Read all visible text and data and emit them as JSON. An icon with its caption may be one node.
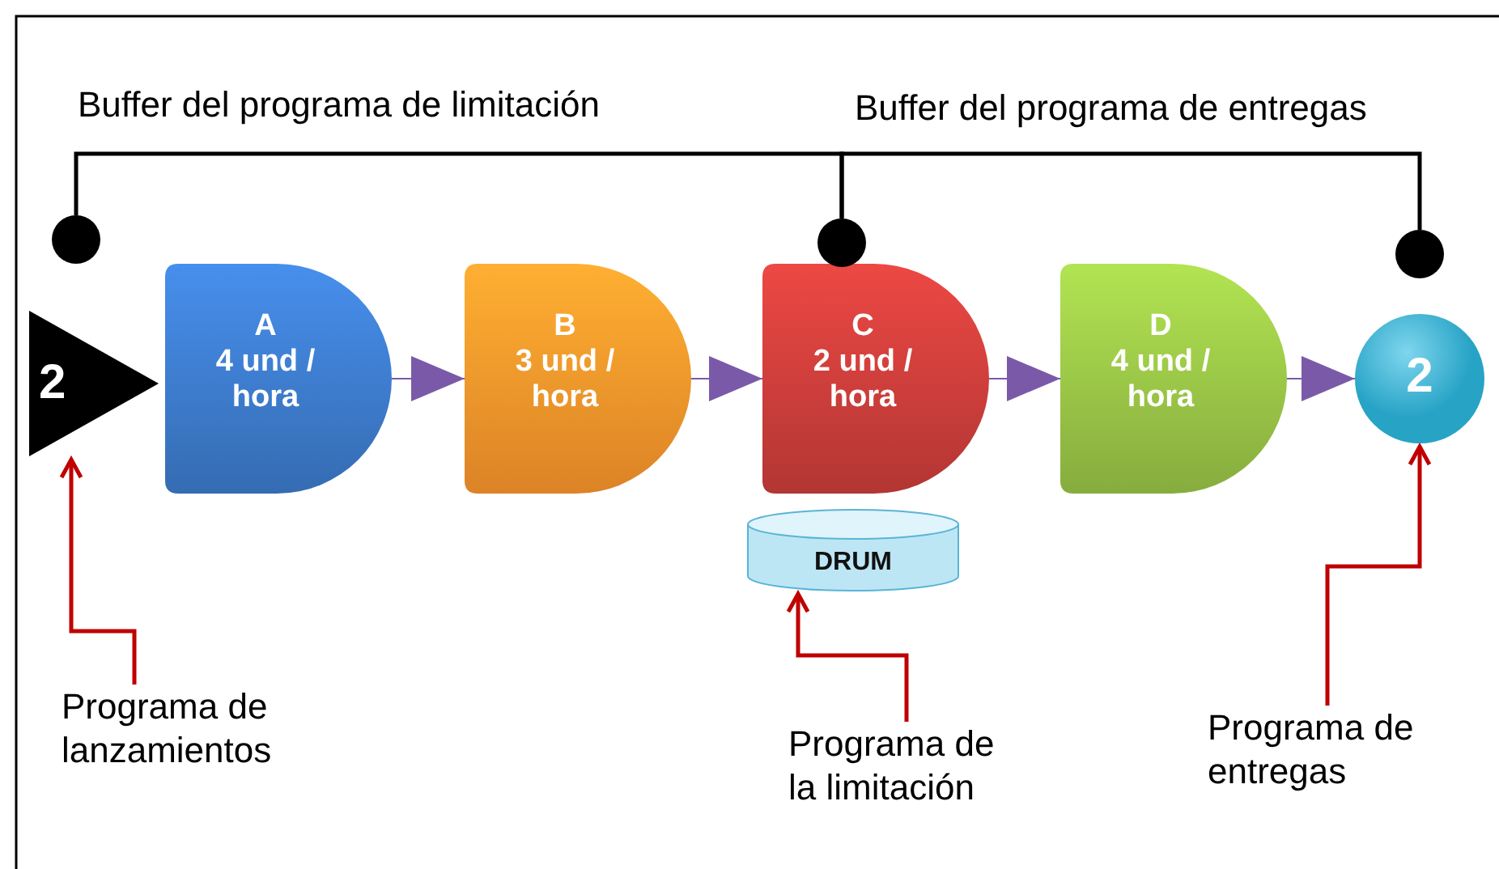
{
  "diagram": {
    "nodes": [
      {
        "text": [
          "2"
        ]
      },
      {
        "text": [
          "A",
          "4 und / hora"
        ]
      },
      {
        "text": [
          "B",
          "3 und / hora"
        ]
      },
      {
        "text": [
          "C",
          "2 und / hora"
        ]
      },
      {
        "text": [
          "D",
          "4 und / hora"
        ]
      },
      {
        "text": [
          "2"
        ]
      },
      {
        "text": [
          "DRUM"
        ]
      },
      {
        "text": [
          "Programa de lanzamientos"
        ]
      },
      {
        "text": [
          "Programa de la limitación"
        ]
      },
      {
        "text": [
          "Programa de entregas"
        ]
      },
      {
        "text": [],
        "shape": "circle"
      },
      {
        "text": [],
        "shape": "circle"
      },
      {
        "text": [],
        "shape": "circle"
      }
    ],
    "edges": [
      {
        "from": 1,
        "to": 2,
        "arrow": "to",
        "color": "#7a5aa8"
      },
      {
        "from": 2,
        "to": 3,
        "arrow": "to",
        "color": "#7a5aa8"
      },
      {
        "from": 3,
        "to": 4,
        "arrow": "to",
        "color": "#7a5aa8"
      },
      {
        "from": 4,
        "to": 5,
        "arrow": "to",
        "color": "#7a5aa8"
      },
      {
        "from": 7,
        "to": 0,
        "arrow": "to",
        "color": "#c00000"
      },
      {
        "from": 8,
        "to": 6,
        "arrow": "to",
        "color": "#c00000"
      },
      {
        "from": 9,
        "to": 5,
        "arrow": "to",
        "color": "#c00000"
      },
      {
        "from": 10,
        "to": 11,
        "arrow": "none",
        "color": "#000000"
      },
      {
        "from": 11,
        "to": 12,
        "arrow": "none",
        "color": "#000000"
      }
    ],
    "labels": [
      "Buffer del programa de limitación",
      "Buffer del programa de entregas"
    ]
  }
}
